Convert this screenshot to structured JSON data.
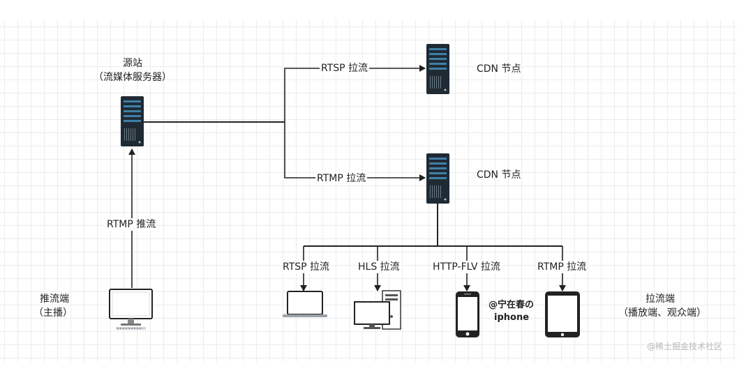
{
  "source": {
    "title": "源站",
    "subtitle": "（流媒体服务器）"
  },
  "edges": {
    "rtsp_pull_top": "RTSP 拉流",
    "rtmp_pull_mid": "RTMP 拉流",
    "rtmp_push": "RTMP 推流"
  },
  "cdn": {
    "node1": "CDN 节点",
    "node2": "CDN 节点"
  },
  "pushers": {
    "title": "推流端",
    "subtitle": "（主播）"
  },
  "pull_protocols": [
    "RTSP 拉流",
    "HLS 拉流",
    "HTTP-FLV 拉流",
    "RTMP 拉流"
  ],
  "players": {
    "title": "拉流端",
    "subtitle": "（播放端、观众端）"
  },
  "author_tag": {
    "line1": "@宁在春の",
    "line2": "iphone"
  },
  "watermark": "@稀土掘金技术社区",
  "colors": {
    "line": "#222222",
    "server_body": "#1f2a33",
    "server_accent": "#3f7fa8"
  }
}
